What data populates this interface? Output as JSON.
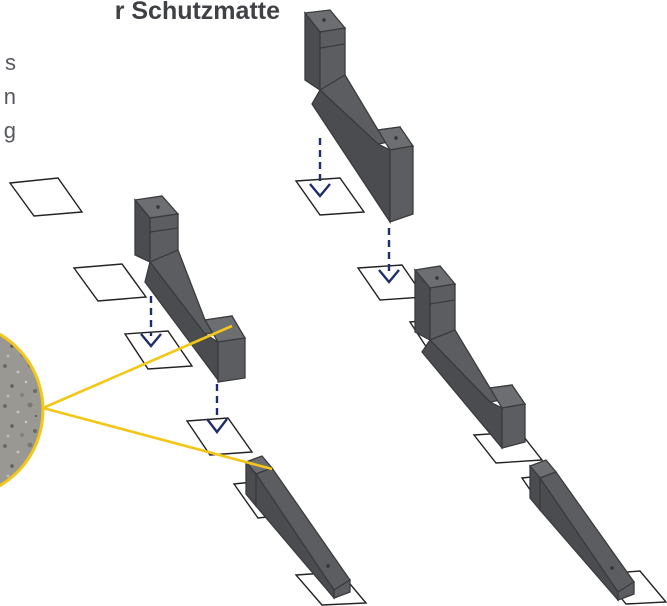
{
  "heading": {
    "text": "r Schutzmatte"
  },
  "text_lines": [
    "s",
    "n",
    "g"
  ],
  "colors": {
    "block_fill": "#5b5d60",
    "block_light": "#6c6e71",
    "block_edge": "#3a3b3d",
    "arrow": "#1f2d6b",
    "callout": "#f2c71a",
    "outline": "#222222"
  },
  "icons": {
    "arrow": "down-arrow-icon",
    "detail": "concrete-texture-detail"
  }
}
